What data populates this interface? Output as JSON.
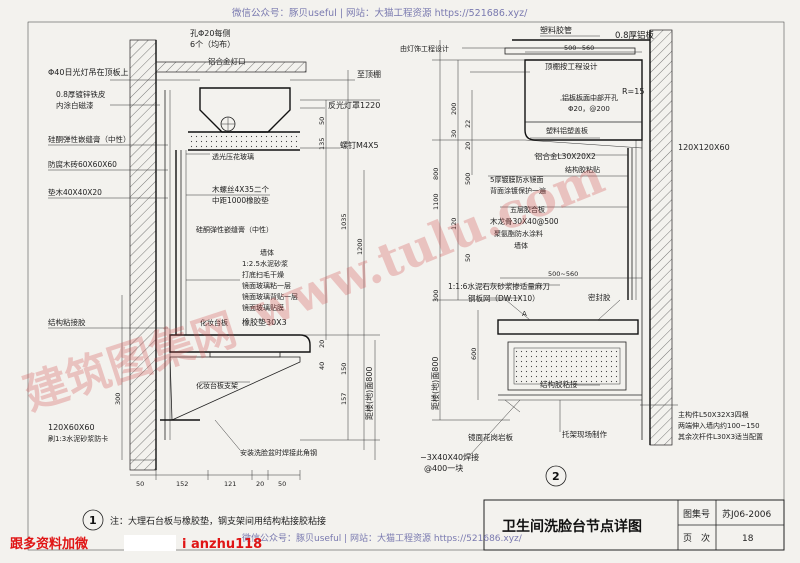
{
  "banner": {
    "top": "微信公众号：豚贝useful | 网站：大猫工程资源 https://521686.xyz/",
    "bottom": "微信公众号：豚贝useful | 网站：大猫工程资源 https://521686.xyz/"
  },
  "promo": {
    "left": "跟多资料加微",
    "right": "i anzhu118"
  },
  "watermark": {
    "diagonal": "www.tulu.com",
    "seal": "建筑图集网"
  },
  "detail1": {
    "number": "1",
    "note": "注：大理石台板与橡胶垫，钢支架间用结构粘接胶粘接",
    "labels": {
      "hole": "孔Φ20每侧",
      "hole_count": "6个（均布）",
      "alu_lamp": "铝合金灯口",
      "lamp_tube": "Φ40日光灯吊在顶板上",
      "steel_sheet": "0.8厚镀锌铁皮",
      "inner_paint": "内涂白磁漆",
      "silicone_top": "硅酮弹性嵌缝膏（中性）",
      "wood_brick": "防腐木砖60X60X60",
      "pad_wood": "垫木40X40X20",
      "ceiling": "至顶棚",
      "reflector": "反光灯罩1220",
      "bolt": "螺钉M4X5",
      "opal_glass": "透光压花玻璃",
      "screw": "木螺丝4X35二个",
      "screw2": "中距1000橡胶垫",
      "silicone_mid": "硅酮弹性嵌缝膏（中性）",
      "wall": "墙体",
      "mortar": "1:2.5水泥砂浆",
      "mortar2": "打底扫毛干燥",
      "glass_glue": "镜面玻璃粘一层",
      "glass_back": "镜面玻璃背贴一层",
      "glass_film": "镜面玻璃贴膜",
      "rubber_pad": "橡胶垫30X3",
      "struct_glue": "结构粘接胶",
      "counter": "化妆台板",
      "counter_bracket": "化妆台板支架",
      "angle": "120X60X60",
      "mortar_fill": "刷1:3水泥砂浆防卡",
      "install": "安装洗脸盆时焊接此角钢",
      "floor_height": "距楼(地)面800",
      "dims_v": [
        "50",
        "135",
        "1035",
        "1200",
        "300",
        "150",
        "157",
        "20",
        "40"
      ],
      "dims_h": [
        "50",
        "152",
        "121",
        "20",
        "50"
      ]
    }
  },
  "detail2": {
    "number": "2",
    "labels": {
      "lamp_design": "由灯饰工程设计",
      "plastic_glue": "塑料胶管",
      "alu_plate": "0.8厚铝板",
      "ceiling_design": "顶棚按工程设计",
      "dim_top": "500~560",
      "radius": "R=15",
      "vent": "铝板板面中部开孔",
      "vent2": "Φ20，@200",
      "plastic_cap": "塑料铝塑盖板",
      "alu_angle": "铝合金L30X20X2",
      "right_angle": "120X120X60",
      "struct_fix": "结构胶粘贴",
      "mirror": "5厚镀膜防水镜面",
      "back_paint": "背面涂镀保护一遍",
      "plywood": "五层胶合板",
      "keel": "木龙骨30X40@500",
      "waterproof": "聚氨酯防水涂料",
      "wall": "墙体",
      "dim_mid": "500~560",
      "mortar": "1:1:6水泥石灰砂浆掺适量麻刀",
      "mesh": "钢板网（DW.1X10）",
      "sealant": "密封胶",
      "a_mark": "A",
      "glue_struct": "结构胶粘接",
      "angle_main": "主构件L50X32X3四根",
      "angle_main2": "两端伸入墙内约100~150",
      "angle_other": "其余次杆件L30X3适当配置",
      "floor_height": "距楼(地)面800",
      "stone": "镜面花岗岩板",
      "site": "托架现场制作",
      "weld": "−3X40X40焊接",
      "weld_pitch": "@400一块",
      "dims_v": [
        "200",
        "30",
        "120",
        "800",
        "1100",
        "500",
        "50",
        "300",
        "600",
        "22",
        "20"
      ]
    }
  },
  "titleblock": {
    "title": "卫生间洗脸台节点详图",
    "atlas_label": "图集号",
    "atlas_value": "苏J06-2006",
    "page_label": "页　次",
    "page_value": "18"
  }
}
